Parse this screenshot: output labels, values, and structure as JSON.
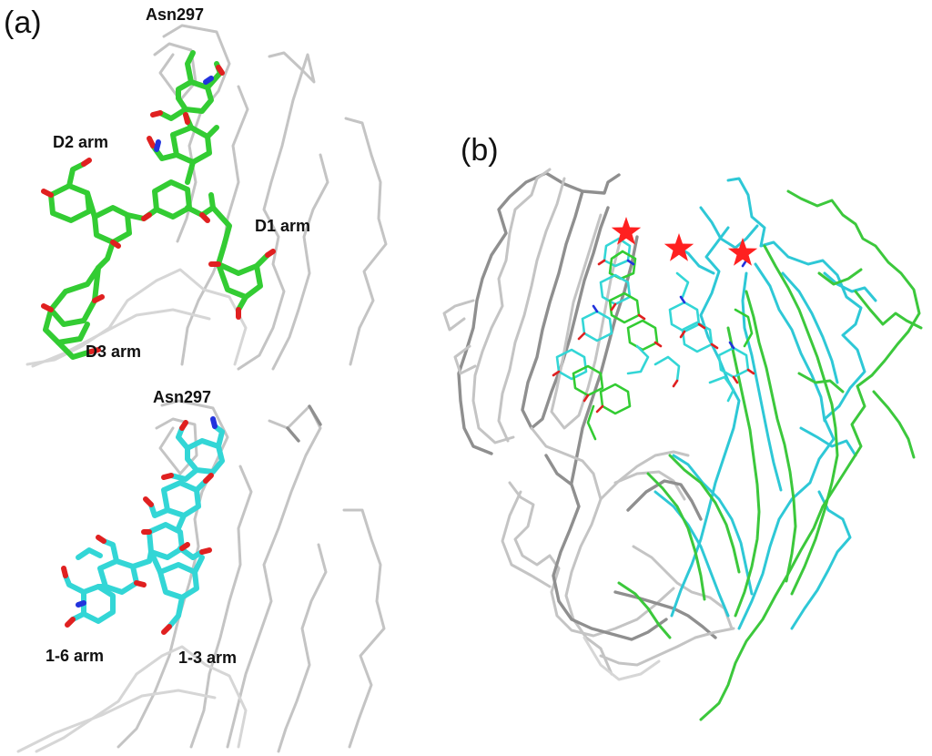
{
  "panels": {
    "a": {
      "label": "(a)",
      "top": {
        "residue": "Asn297",
        "arms": [
          "D2 arm",
          "D1 arm",
          "D3 arm"
        ]
      },
      "bottom": {
        "residue": "Asn297",
        "arms": [
          "1-6 arm",
          "1-3 arm"
        ]
      }
    },
    "b": {
      "label": "(b)",
      "markers": 3
    }
  },
  "colors": {
    "backbone": "#c4c4c4",
    "glycan_top": "#33cc33",
    "glycan_bottom": "#33d6d6",
    "oxygen": "#e02020",
    "nitrogen": "#2233dd",
    "star": "#ff2020"
  }
}
